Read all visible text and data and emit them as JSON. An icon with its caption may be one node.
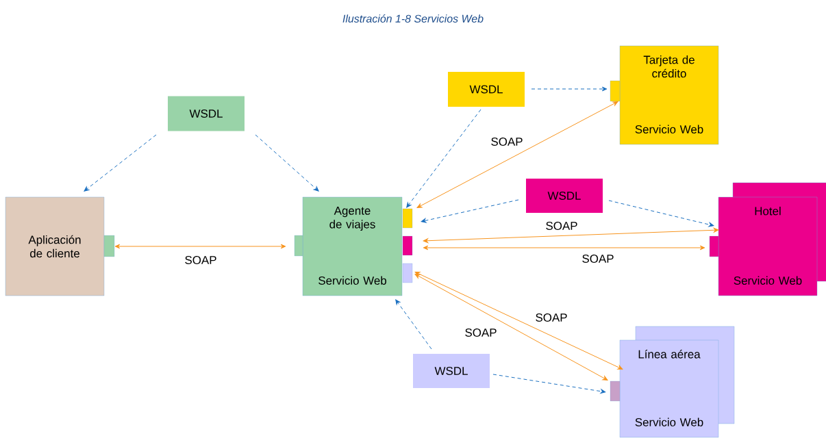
{
  "diagram": {
    "title": "Ilustración 1-8 Servicios Web",
    "nodes": [
      {
        "text": [
          "WSDL"
        ]
      },
      {
        "text": [
          "Aplicación de cliente"
        ]
      },
      {
        "text": [
          "Agente de viajes",
          "Servicio Web"
        ]
      },
      {
        "text": [
          "WSDL"
        ]
      },
      {
        "text": [
          "Tarjeta de crédito",
          "Servicio Web"
        ]
      },
      {
        "text": [
          "WSDL"
        ]
      },
      {
        "text": [
          "Hotel",
          "Servicio Web"
        ]
      },
      {
        "text": [
          "WSDL"
        ]
      },
      {
        "text": [
          "Línea aérea",
          "Servicio Web"
        ]
      }
    ],
    "edges": [
      {
        "from": 0,
        "to": 1,
        "arrow": "to",
        "style": "dashed"
      },
      {
        "from": 0,
        "to": 2,
        "arrow": "to",
        "style": "dashed"
      },
      {
        "from": 1,
        "to": 2,
        "arrow": "both",
        "label": "SOAP",
        "color": "#f7941d"
      },
      {
        "from": 3,
        "to": 4,
        "arrow": "to",
        "style": "dashed"
      },
      {
        "from": 3,
        "to": 2,
        "arrow": "to",
        "style": "dashed"
      },
      {
        "from": 2,
        "to": 4,
        "arrow": "both",
        "label": "SOAP",
        "color": "#f7941d"
      },
      {
        "from": 5,
        "to": 2,
        "arrow": "to",
        "style": "dashed"
      },
      {
        "from": 5,
        "to": 6,
        "arrow": "to",
        "style": "dashed"
      },
      {
        "from": 2,
        "to": 6,
        "arrow": "both",
        "label": "SOAP",
        "color": "#f7941d"
      },
      {
        "from": 2,
        "to": 6,
        "arrow": "both",
        "label": "SOAP",
        "color": "#f7941d"
      },
      {
        "from": 2,
        "to": 8,
        "arrow": "both",
        "label": "SOAP",
        "color": "#f7941d"
      },
      {
        "from": 2,
        "to": 8,
        "arrow": "both",
        "label": "SOAP",
        "color": "#f7941d"
      },
      {
        "from": 7,
        "to": 2,
        "arrow": "to",
        "style": "dashed"
      },
      {
        "from": 7,
        "to": 8,
        "arrow": "to",
        "style": "dashed"
      }
    ]
  }
}
